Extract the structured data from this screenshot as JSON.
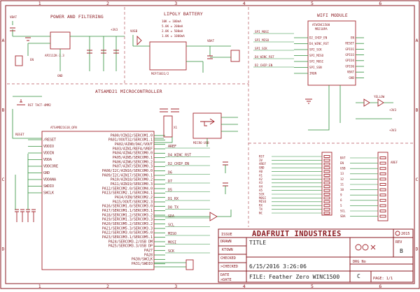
{
  "sections": {
    "power": "POWER AND FILTERING",
    "lipoly": "LIPOLY BATTERY",
    "mcu": "ATSAMD21 MICROCONTROLLER",
    "wifi": "WIFI MODULE"
  },
  "grid_columns": [
    "1",
    "2",
    "3",
    "4",
    "5",
    "6"
  ],
  "grid_rows": [
    "A",
    "B",
    "C",
    "D"
  ],
  "charge_table": [
    "10K = 100mA",
    "5.0K = 200mA",
    "2.0K = 500mA",
    "1.0K = 1000mA"
  ],
  "parts": {
    "regulator": "AP2112K-3.3",
    "charger": "MCP73831/2",
    "mcu": "ATSAMD21G18_QFN",
    "wifi_name": "ATWINC1500",
    "wifi_model": "MR210PA",
    "reset_button": "RST TACT-4MM2",
    "usb": "MICRO USB",
    "regulator_enable": "EN",
    "crystal": "X1"
  },
  "mcu_left_pins": [
    "/RESET",
    "VDDIO",
    "VDDIN",
    "VDDA",
    "VDDCORE",
    "GND",
    "VDDANA",
    "SWDIO",
    "SWCLK"
  ],
  "mcu_right_pins": [
    "PA00/XIN32/SERCOM1.0",
    "PA01/XOUT32/SERCOM1.1",
    "PA02/AIN0/DAC/VOUT",
    "PA03/AIN1/REFA/VREF",
    "PA04/AIN4/SERCOM0.0",
    "PA05/AIN5/SERCOM0.1",
    "PA06/AIN6/SERCOM0.2",
    "PA07/AIN7/SERCOM0.3",
    "PA08/I2C/AIN16/SERCOM0.0",
    "PA09/I2C/AIN17/SERCOM0.1",
    "PA10/AIN18/SERCOM0.2",
    "PA11/AIN19/SERCOM0.3",
    "PA12/SERCOM2.0/SERCOM4.0",
    "PA13/SERCOM2.1/SERCOM4.1",
    "PA14/XIN/SERCOM2.2",
    "PA15/XOUT/SERCOM2.3",
    "PA16/SERCOM1.0/SERCOM3.0",
    "PA17/SERCOM1.1/SERCOM3.1",
    "PA18/SERCOM1.2/SERCOM3.2",
    "PA19/SERCOM1.3/SERCOM3.3",
    "PA20/SERCOM5.2/SERCOM3.2",
    "PA21/SERCOM5.3/SERCOM3.3",
    "PA22/SERCOM3.0/SERCOM5.0",
    "PA23/SERCOM3.1/SERCOM5.1",
    "PA24/SERCOM3.2/USB DM",
    "PA25/SERCOM3.3/USB DP",
    "PA27",
    "PA28",
    "PA30/SWCLK",
    "PA31/SWDIO"
  ],
  "mcu_nets": [
    "AREF",
    "D4_WINC_RST",
    "D2_CHIP_EN",
    "D6",
    "D7",
    "D5",
    "D1_RX",
    "D0_TX",
    "SDA",
    "SCL",
    "MISO",
    "MOSI",
    "SCK"
  ],
  "wifi_pins_left": [
    "D2_CHIP_EN",
    "D4_WINC_RST",
    "SPI_SCK",
    "SPI_MISO",
    "SPI_MOSI",
    "SPI_SSN",
    "IRQN"
  ],
  "wifi_pins_right": [
    "EN",
    "RESET",
    "GPIO1",
    "GPIO3",
    "GPIO4",
    "GPIO6",
    "VBAT",
    "GND"
  ],
  "wifi_nets": [
    "SPI_MOSI",
    "SPI_MISO",
    "SPI_SCK",
    "D4_WINC_RST",
    "D2_CHIP_EN"
  ],
  "misc_labels": {
    "v33": "+3V3",
    "vbat": "VBAT",
    "vusb": "VUSB",
    "gnd": "GND",
    "reset": "RESET",
    "led": "YELLOW",
    "aref": "AREF"
  },
  "header1_pins": [
    "RST",
    "3V",
    "AREF",
    "GND",
    "A0",
    "A1",
    "A2",
    "A3",
    "A4",
    "A5",
    "SCK",
    "MOSI",
    "MISO",
    "RX",
    "TX",
    "NC"
  ],
  "header2_pins": [
    "BAT",
    "EN",
    "USB",
    "13",
    "12",
    "11",
    "10",
    "9",
    "6",
    "5",
    "SCL",
    "SDA"
  ],
  "title_block": {
    "company": "ADAFRUIT INDUSTRIES",
    "issue_label": "ISSUE",
    "drawn_label": "DRAWN",
    "drawn_by": "KTOWN",
    "checked_label": "CHECKED",
    "date_label": "DATE",
    "date_placeholder": ">DATE",
    "checked_placeholder": ">CHECKED",
    "title_label": "TITLE",
    "date_value": "6/15/2016 3:26:06",
    "file_label": "FILE:",
    "file_value": "Feather Zero WINC1500",
    "dwg_label": "DRG No",
    "rev_label": "REV",
    "rev_value": "B",
    "page_value": "PAGE: 1/1",
    "copyright": "2015",
    "size_value": "C"
  },
  "colors": {
    "frame": "#8a1a20",
    "part": "#a3252c",
    "wire": "#2f8f3a"
  }
}
